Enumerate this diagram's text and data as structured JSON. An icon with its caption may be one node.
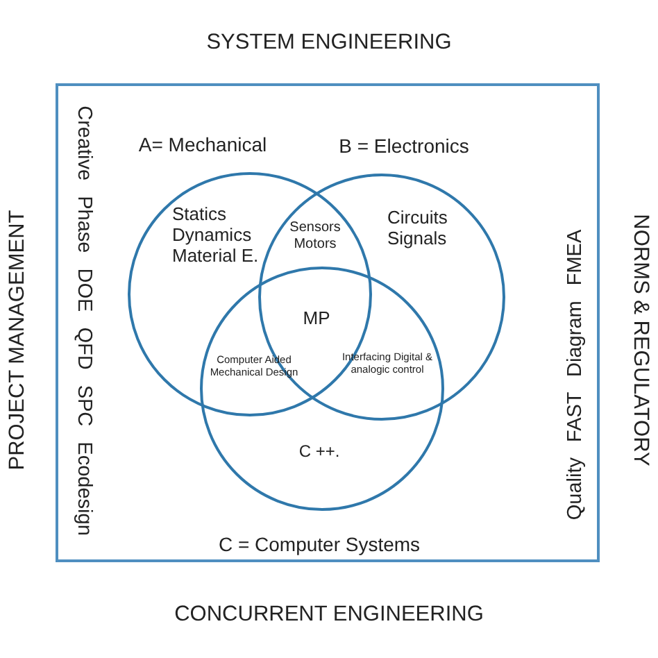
{
  "diagram": {
    "nodes": [
      {
        "text": [
          "Creative Phase DOE QFD SPC Ecodesign",
          "Quality FAST Diagram FMEA"
        ]
      },
      {
        "text": [
          "A= Mechanical",
          "Statics Dynamics Material E."
        ],
        "in": 0
      },
      {
        "text": [
          "B = Electronics",
          "Circuits Signals"
        ],
        "in": 0
      },
      {
        "text": [
          "C ++.",
          "C = Computer Systems"
        ],
        "in": 0
      }
    ],
    "labels": [
      "SYSTEM ENGINEERING",
      "PROJECT MANAGEMENT",
      "NORMS & REGULATORY",
      "Sensors Motors",
      "MP",
      "Computer Aided Mechanical Design",
      "Interfacing Digital & analogic control",
      "CONCURRENT ENGINEERING"
    ]
  }
}
